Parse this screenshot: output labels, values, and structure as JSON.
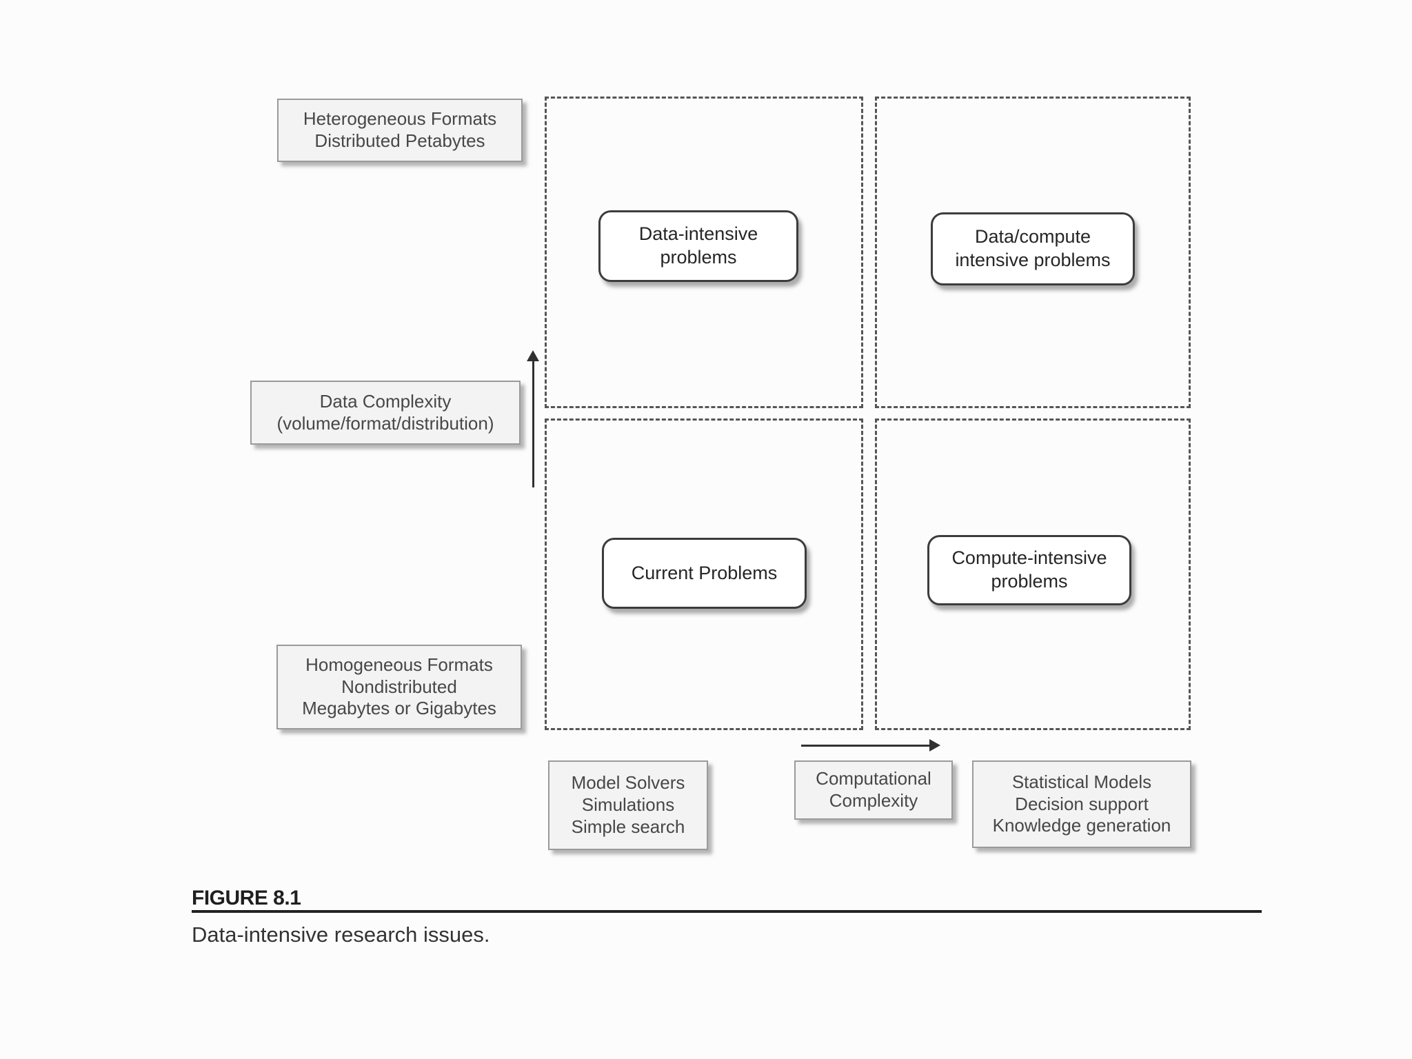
{
  "quadrant_chart": {
    "type": "diagram",
    "quadrants": [
      {
        "id": "top-left",
        "label_lines": [
          "Data-intensive",
          "problems"
        ]
      },
      {
        "id": "top-right",
        "label_lines": [
          "Data/compute",
          "intensive problems"
        ]
      },
      {
        "id": "bottom-left",
        "label_lines": [
          "Current Problems"
        ]
      },
      {
        "id": "bottom-right",
        "label_lines": [
          "Compute-intensive",
          "problems"
        ]
      }
    ],
    "y_axis": {
      "high_label": [
        "Heterogeneous Formats",
        "Distributed Petabytes"
      ],
      "axis_label": [
        "Data Complexity",
        "(volume/format/distribution)"
      ],
      "low_label": [
        "Homogeneous Formats",
        "Nondistributed",
        "Megabytes or Gigabytes"
      ]
    },
    "x_axis": {
      "low_label": [
        "Model Solvers",
        "Simulations",
        "Simple search"
      ],
      "axis_label": [
        "Computational",
        "Complexity"
      ],
      "high_label": [
        "Statistical Models",
        "Decision support",
        "Knowledge generation"
      ]
    }
  },
  "caption": {
    "figure_number": "FIGURE 8.1",
    "text": "Data-intensive research issues."
  },
  "colors": {
    "label_box_bg": "#f3f3f3",
    "label_box_border": "#9a9a9a",
    "node_box_border": "#3c3c3c",
    "dashed_border": "#555555",
    "arrow": "#303030",
    "caption_rule": "#222222"
  }
}
